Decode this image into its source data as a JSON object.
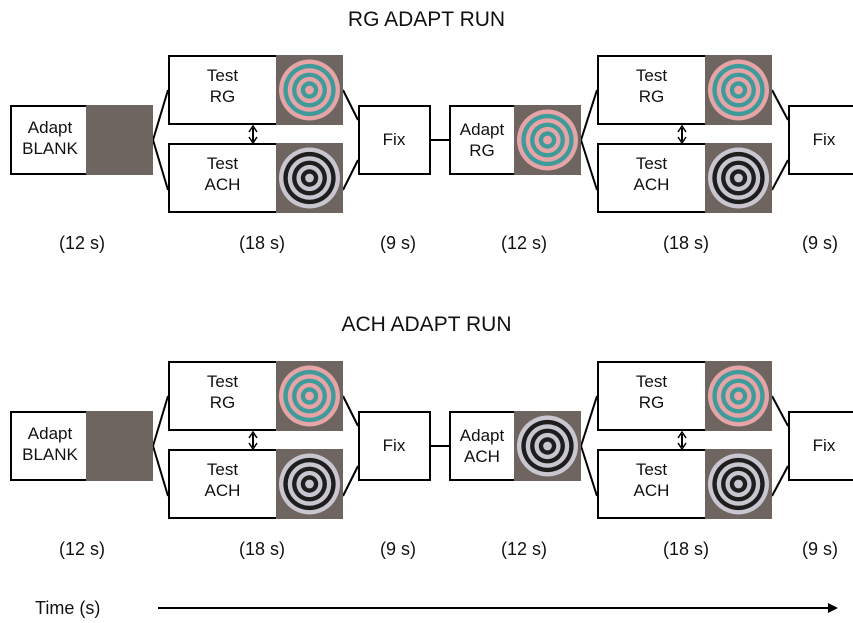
{
  "runs": [
    {
      "title": "RG ADAPT RUN",
      "blocks": {
        "adapt_blank": [
          "Adapt",
          "BLANK"
        ],
        "test_rg": [
          "Test",
          "RG"
        ],
        "test_ach": [
          "Test",
          "ACH"
        ],
        "fix1": "Fix",
        "adapt2": [
          "Adapt",
          "RG"
        ],
        "test_rg2": [
          "Test",
          "RG"
        ],
        "test_ach2": [
          "Test",
          "ACH"
        ],
        "fix2": "Fix"
      },
      "adapt2_stimulus": "rg",
      "durations": [
        "(12 s)",
        "(18 s)",
        "(9 s)",
        "(12 s)",
        "(18 s)",
        "(9 s)"
      ]
    },
    {
      "title": "ACH ADAPT RUN",
      "blocks": {
        "adapt_blank": [
          "Adapt",
          "BLANK"
        ],
        "test_rg": [
          "Test",
          "RG"
        ],
        "test_ach": [
          "Test",
          "ACH"
        ],
        "fix1": "Fix",
        "adapt2": [
          "Adapt",
          "ACH"
        ],
        "test_rg2": [
          "Test",
          "RG"
        ],
        "test_ach2": [
          "Test",
          "ACH"
        ],
        "fix2": "Fix"
      },
      "adapt2_stimulus": "ach",
      "durations": [
        "(12 s)",
        "(18 s)",
        "(9 s)",
        "(12 s)",
        "(18 s)",
        "(9 s)"
      ]
    }
  ],
  "time_axis_label": "Time (s)",
  "colors": {
    "gray_background": "#6e6561",
    "rg_ring_light": "#e6a4a6",
    "rg_ring_dark": "#3f9a9a",
    "ach_ring_light": "#c9c6d0",
    "ach_ring_dark": "#1e1e1e"
  }
}
